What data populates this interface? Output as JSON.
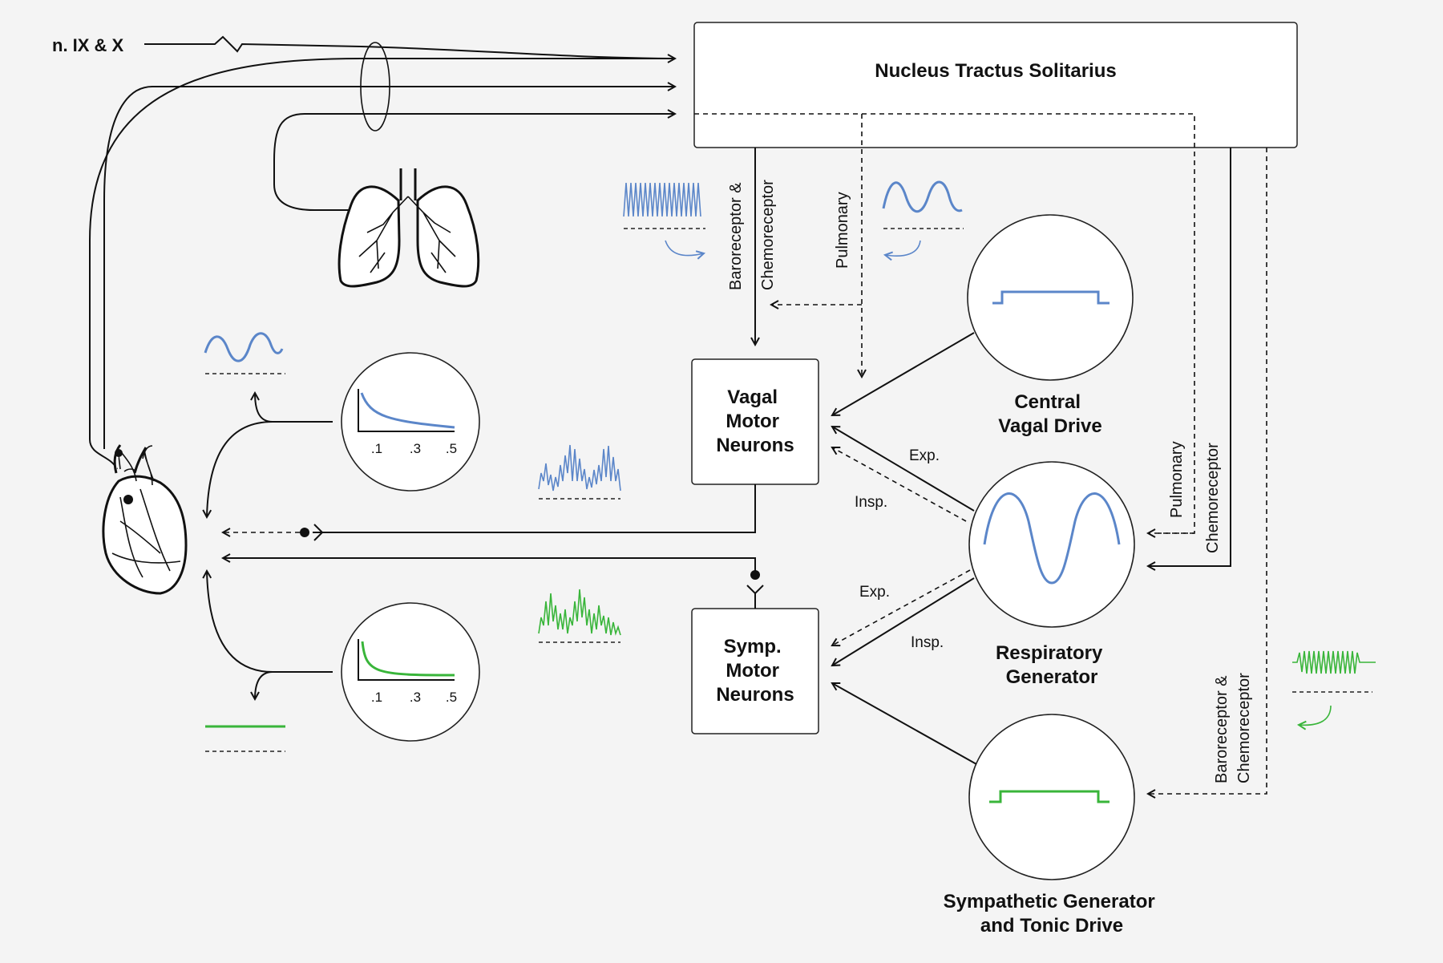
{
  "nerve_label": "n. IX & X",
  "nts_label": "Nucleus Tractus Solitarius",
  "vagal_motor": [
    "Vagal",
    "Motor",
    "Neurons"
  ],
  "symp_motor": [
    "Symp.",
    "Motor",
    "Neurons"
  ],
  "central_vagal": [
    "Central",
    "Vagal Drive"
  ],
  "respiratory_generator": [
    "Respiratory",
    "Generator"
  ],
  "sympathetic_generator": [
    "Sympathetic Generator",
    "and Tonic Drive"
  ],
  "input_labels": {
    "baro_chemo_a": [
      "Baroreceptor &",
      "Chemoreceptor"
    ],
    "pulmonary_a": "Pulmonary",
    "pulmonary_b": "Pulmonary",
    "chemo_b": "Chemoreceptor",
    "baro_chemo_c": [
      "Baroreceptor &",
      "Chemoreceptor"
    ]
  },
  "phase_labels": {
    "exp_top": "Exp.",
    "insp_top": "Insp.",
    "exp_bottom": "Exp.",
    "insp_bottom": "Insp."
  },
  "decay_ticks": [
    ".1",
    ".3",
    ".5"
  ],
  "colors": {
    "vagal": "#5b86c9",
    "sympathetic": "#39b53a",
    "line": "#111111",
    "background": "#f4f4f4"
  },
  "icons": [
    "lungs-icon",
    "heart-icon"
  ]
}
